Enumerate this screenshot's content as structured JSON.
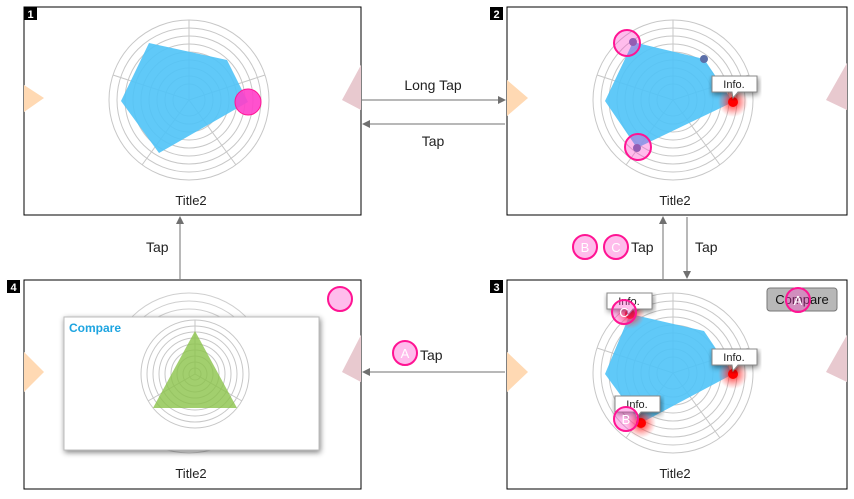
{
  "colors": {
    "radar_fill": "#4fc3f7",
    "compare_fill": "#8bc34a",
    "pink_marker": "#ff3ec9",
    "red_point": "#ff0000",
    "blue_point": "#5b6ea8",
    "ghost_left": "#ffd9b3",
    "ghost_right": "#e8c9cf",
    "compare_title": "#1da4e0"
  },
  "panels": [
    {
      "number": "1",
      "title": "Title2"
    },
    {
      "number": "2",
      "title": "Title2"
    },
    {
      "number": "3",
      "title": "Title2"
    },
    {
      "number": "4",
      "title": "Title2"
    }
  ],
  "arrows": {
    "p1_to_p2": "Long Tap",
    "p2_to_p1": "Tap",
    "p2_to_p3": "Tap",
    "p3_to_p2": "Tap",
    "p3_to_p4": "Tap",
    "p4_to_p1": "Tap"
  },
  "markers": {
    "b": "B",
    "c": "C",
    "a": "A"
  },
  "tooltip_text": "Info.",
  "compare_button": "Compare",
  "compare_popup_title": "Compare"
}
